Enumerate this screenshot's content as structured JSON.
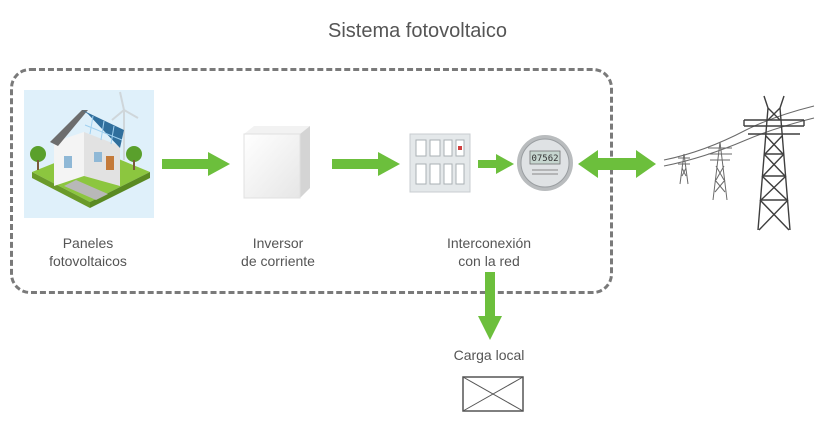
{
  "diagram": {
    "title": "Sistema fotovoltaico",
    "nodes": {
      "paneles": {
        "line1": "Paneles",
        "line2": "fotovoltaicos",
        "icon": "house-solar-panels-icon"
      },
      "inversor": {
        "line1": "Inversor",
        "line2": "de corriente",
        "icon": "inverter-box-icon"
      },
      "interconexion": {
        "line1": "Interconexión",
        "line2": "con la red",
        "icon": "breaker-panel-icon"
      },
      "medidor": {
        "reading": "07562",
        "icon": "electric-meter-icon"
      },
      "red": {
        "icon": "power-tower-icon"
      },
      "carga": {
        "label": "Carga local",
        "icon": "load-placeholder-icon"
      }
    },
    "colors": {
      "arrow": "#6cbf3c",
      "border": "#7a7a7a",
      "grass": "#8cc63f"
    }
  }
}
